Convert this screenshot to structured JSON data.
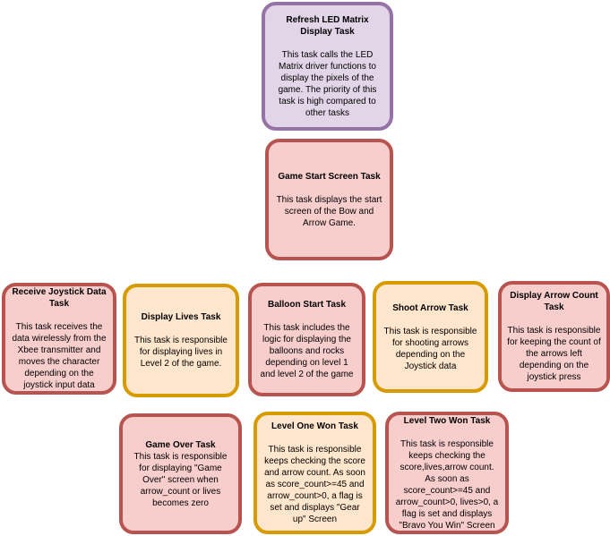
{
  "tasks": {
    "refresh_led": {
      "title": "Refresh LED Matrix Display Task",
      "desc": "This task calls the LED Matrix driver functions to display the pixels of the game. The priority of this task is high compared to other tasks",
      "color": "#9673a6"
    },
    "game_start": {
      "title": "Game Start Screen Task",
      "desc": "This task displays the start screen of the Bow and Arrow Game.",
      "color": "#b85450"
    },
    "receive_joystick": {
      "title": "Receive Joystick Data Task",
      "desc": "This task receives the data wirelessly from the Xbee transmitter and moves the character depending on the joystick input data",
      "color": "#b85450"
    },
    "display_lives": {
      "title": "Display Lives Task",
      "desc": "This task is responsible for displaying lives in Level 2 of the game.",
      "color": "#d79b00"
    },
    "balloon_start": {
      "title": "Balloon Start Task",
      "desc": "This task includes the logic for displaying the balloons and rocks depending on level 1 and level 2 of the game",
      "color": "#b85450"
    },
    "shoot_arrow": {
      "title": "Shoot Arrow Task",
      "desc": "This task is responsible for shooting arrows depending on the Joystick data",
      "color": "#d79b00"
    },
    "display_arrow_count": {
      "title": "Display Arrow Count Task",
      "desc": "This task is responsible for keeping the count of the arrows left depending on the joystick press",
      "color": "#b85450"
    },
    "game_over": {
      "title": "Game Over Task",
      "desc": "This task is responsible for displaying \"Game Over\" screen when arrow_count or lives becomes zero",
      "color": "#b85450"
    },
    "level_one_won": {
      "title": "Level One Won Task",
      "desc": "This task is responsible keeps checking the score and arrow count. As soon as score_count>=45 and arrow_count>0, a flag is set and displays \"Gear up\" Screen",
      "color": "#d79b00"
    },
    "level_two_won": {
      "title": "Level Two Won Task",
      "desc": "This task is responsible keeps checking the score,lives,arrow count. As soon as score_count>=45 and arrow_count>0, lives>0, a flag is set and displays \"Bravo You Win\" Screen",
      "color": "#b85450"
    }
  }
}
